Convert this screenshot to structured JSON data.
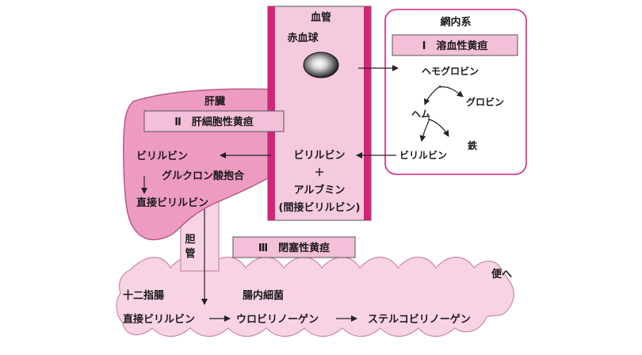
{
  "colors": {
    "vessel_fill": "#f5c9de",
    "vessel_stripe": "#d6237a",
    "liver_fill": "#ee9bc2",
    "liver_stroke": "#b55a86",
    "intestine_fill": "#f8d3e4",
    "intestine_stroke": "#c98aa8",
    "box_fill": "#f4bfd8",
    "res_border": "#d6237a"
  },
  "labels": {
    "vessel_title": "血管",
    "red_blood_cell": "赤血球",
    "res_title": "網内系",
    "type1_box": "Ⅰ　溶血性黄疸",
    "hemoglobin": "ヘモグロビン",
    "globin": "グロビン",
    "heme": "ヘム",
    "iron": "鉄",
    "bilirubin_res": "ビリルビン",
    "liver_title": "肝臓",
    "type2_box": "Ⅱ　肝細胞性黄疸",
    "bilirubin_liver": "ビリルビン",
    "glucuronide": "グルクロン酸抱合",
    "direct_bilirubin_liver": "直接ビリルビン",
    "bilirubin_blood": "ビリルビン",
    "plus": "＋",
    "albumin": "アルブミン",
    "indirect_bilirubin": "(間接ビリルビン)",
    "bile_duct_1": "胆",
    "bile_duct_2": "管",
    "type3_box": "Ⅲ　閉塞性黄疸",
    "duodenum": "十二指腸",
    "intestinal_bacteria": "腸内細菌",
    "direct_bilirubin_gut": "直接ビリルビン",
    "urobilinogen": "ウロビリノーゲン",
    "stercobilinogen": "ステルコビリノーゲン",
    "to_feces": "便へ"
  }
}
